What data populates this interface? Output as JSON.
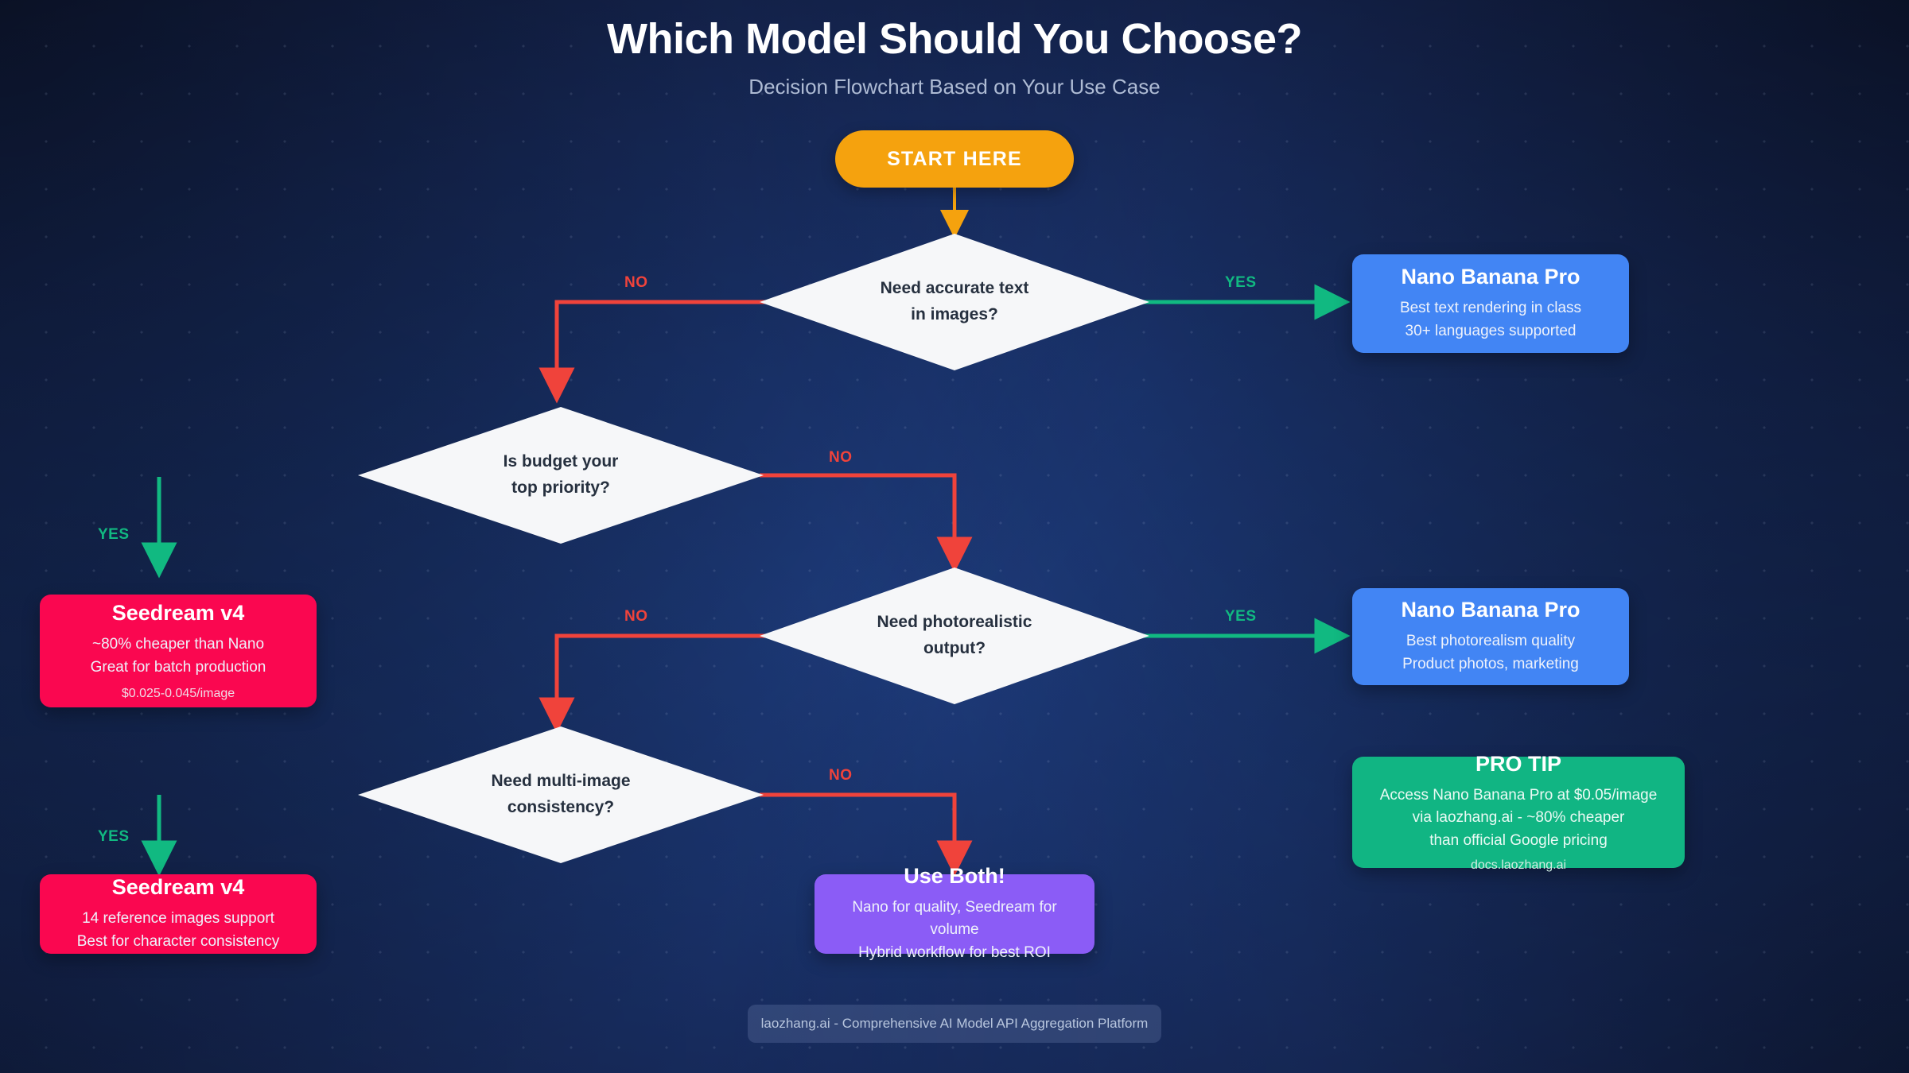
{
  "header": {
    "title": "Which Model Should You Choose?",
    "subtitle": "Decision Flowchart Based on Your Use Case"
  },
  "start": {
    "label": "START HERE"
  },
  "decisions": [
    {
      "id": "d1",
      "line1": "Need accurate text",
      "line2": "in images?"
    },
    {
      "id": "d2",
      "line1": "Is budget your",
      "line2": "top priority?"
    },
    {
      "id": "d3",
      "line1": "Need photorealistic",
      "line2": "output?"
    },
    {
      "id": "d4",
      "line1": "Need multi-image",
      "line2": "consistency?"
    }
  ],
  "results": [
    {
      "id": "r1",
      "title": "Nano Banana Pro",
      "line1": "Best text rendering in class",
      "line2": "30+ languages supported",
      "note": "",
      "color": "#4285f4"
    },
    {
      "id": "r2",
      "title": "Seedream v4",
      "line1": "~80% cheaper than Nano",
      "line2": "Great for batch production",
      "note": "$0.025-0.045/image",
      "color": "#fa0750"
    },
    {
      "id": "r3",
      "title": "Nano Banana Pro",
      "line1": "Best photorealism quality",
      "line2": "Product photos, marketing",
      "note": "",
      "color": "#4285f4"
    },
    {
      "id": "r4",
      "title": "Seedream v4",
      "line1": "14 reference images support",
      "line2": "Best for character consistency",
      "note": "",
      "color": "#fa0750"
    },
    {
      "id": "r5",
      "title": "Use Both!",
      "line1": "Nano for quality, Seedream for volume",
      "line2": "Hybrid workflow for best ROI",
      "note": "",
      "color": "#8b5cf6"
    }
  ],
  "protip": {
    "title": "PRO TIP",
    "line1": "Access Nano Banana Pro at $0.05/image",
    "line2": "via laozhang.ai - ~80% cheaper",
    "line3": "than official Google pricing",
    "note": "docs.laozhang.ai",
    "color": "#11b583"
  },
  "edge_labels": {
    "d1_no": "NO",
    "d1_yes": "YES",
    "d2_no": "NO",
    "d2_yes": "YES",
    "d3_no": "NO",
    "d3_yes": "YES",
    "d4_no": "NO",
    "d4_yes": "YES"
  },
  "footer": {
    "text": "laozhang.ai - Comprehensive AI Model API Aggregation Platform"
  },
  "colors": {
    "yes": "#11b981",
    "no": "#f0433b",
    "start": "#f5a20e",
    "diamond_fill": "#f6f7f9",
    "background_deep": "#101a38",
    "background_mid": "#21438c"
  },
  "chart_data": {
    "type": "diagram",
    "title": "Which Model Should You Choose?",
    "subtitle": "Decision Flowchart Based on Your Use Case",
    "nodes": [
      {
        "id": "start",
        "kind": "start",
        "label": "START HERE"
      },
      {
        "id": "d1",
        "kind": "decision",
        "label": "Need accurate text in images?"
      },
      {
        "id": "d2",
        "kind": "decision",
        "label": "Is budget your top priority?"
      },
      {
        "id": "d3",
        "kind": "decision",
        "label": "Need photorealistic output?"
      },
      {
        "id": "d4",
        "kind": "decision",
        "label": "Need multi-image consistency?"
      },
      {
        "id": "r1",
        "kind": "result",
        "label": "Nano Banana Pro"
      },
      {
        "id": "r2",
        "kind": "result",
        "label": "Seedream v4"
      },
      {
        "id": "r3",
        "kind": "result",
        "label": "Nano Banana Pro"
      },
      {
        "id": "r4",
        "kind": "result",
        "label": "Seedream v4"
      },
      {
        "id": "r5",
        "kind": "result",
        "label": "Use Both!"
      },
      {
        "id": "protip",
        "kind": "callout",
        "label": "PRO TIP"
      }
    ],
    "edges": [
      {
        "from": "start",
        "to": "d1",
        "label": ""
      },
      {
        "from": "d1",
        "to": "r1",
        "label": "YES"
      },
      {
        "from": "d1",
        "to": "d2",
        "label": "NO"
      },
      {
        "from": "d2",
        "to": "r2",
        "label": "YES"
      },
      {
        "from": "d2",
        "to": "d3",
        "label": "NO"
      },
      {
        "from": "d3",
        "to": "r3",
        "label": "YES"
      },
      {
        "from": "d3",
        "to": "d4",
        "label": "NO"
      },
      {
        "from": "d4",
        "to": "r4",
        "label": "YES"
      },
      {
        "from": "d4",
        "to": "r5",
        "label": "NO"
      }
    ]
  }
}
